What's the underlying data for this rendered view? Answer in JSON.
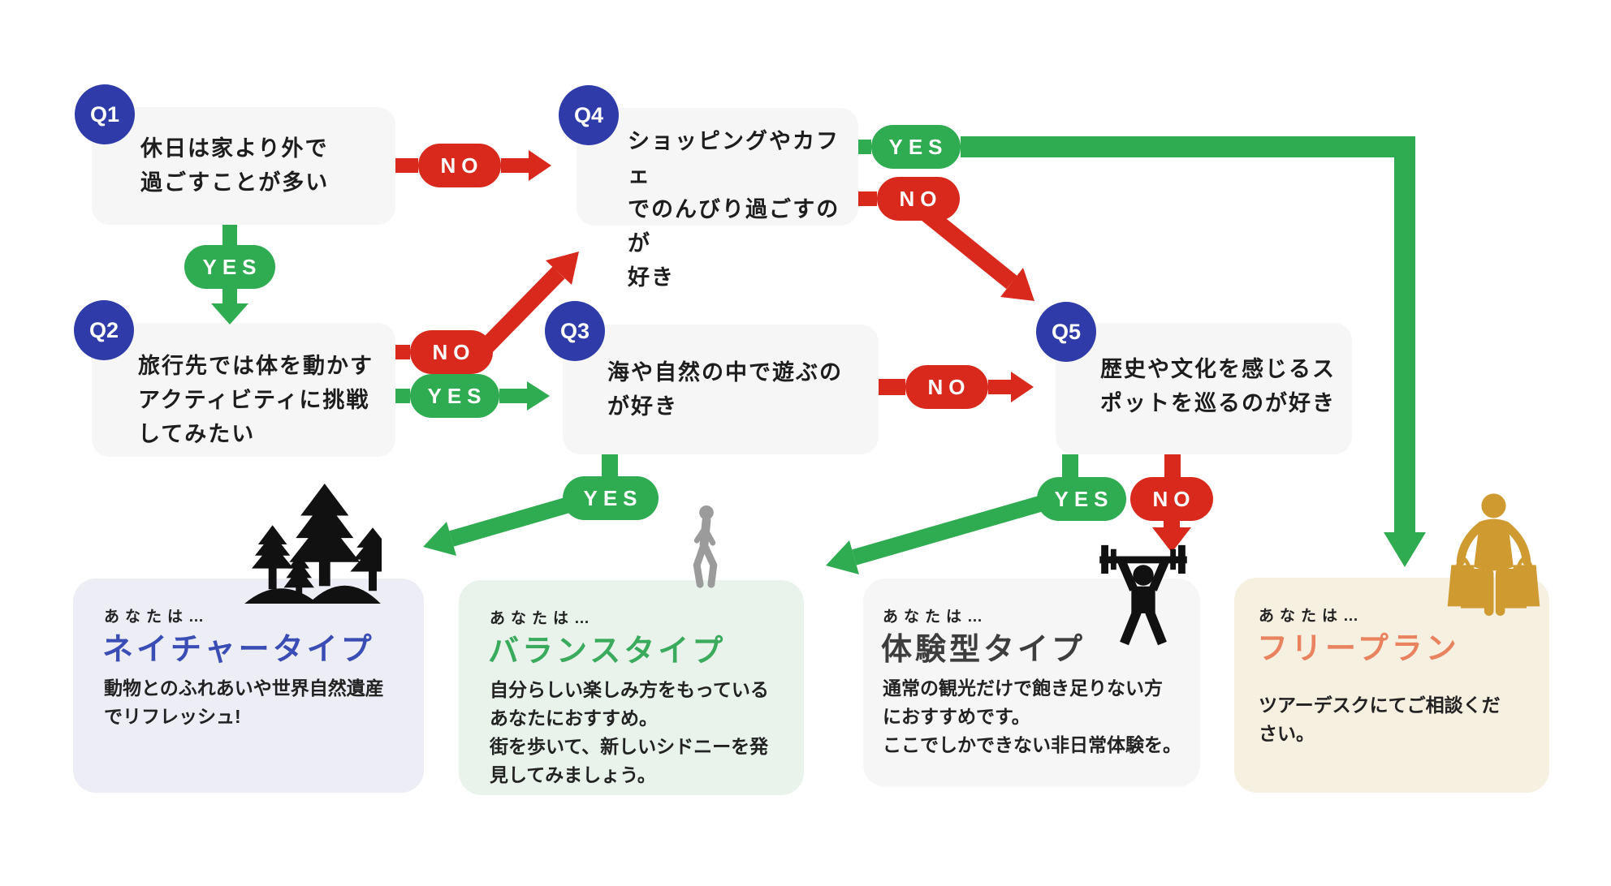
{
  "labels": {
    "yes": "YES",
    "no": "NO"
  },
  "questions": {
    "q1": {
      "badge": "Q1",
      "lines": [
        "休日は家より外で",
        "過ごすことが多い"
      ]
    },
    "q2": {
      "badge": "Q2",
      "lines": [
        "旅行先では体を動かす",
        "アクティビティに挑戦",
        "してみたい"
      ]
    },
    "q3": {
      "badge": "Q3",
      "lines": [
        "海や自然の中で遊ぶの",
        "が好き"
      ]
    },
    "q4": {
      "badge": "Q4",
      "lines": [
        "ショッピングやカフェ",
        "でのんびり過ごすのが",
        "好き"
      ]
    },
    "q5": {
      "badge": "Q5",
      "lines": [
        "歴史や文化を感じるス",
        "ポットを巡るのが好き"
      ]
    }
  },
  "results": {
    "nature": {
      "intro": "あなたは…",
      "title": "ネイチャータイプ",
      "icon": "pine-trees-icon",
      "lines": [
        "動物とのふれあいや世界自然遺産",
        "でリフレッシュ!"
      ]
    },
    "balance": {
      "intro": "あなたは…",
      "title": "バランスタイプ",
      "icon": "walking-person-icon",
      "lines": [
        "自分らしい楽しみ方をもっている",
        "あなたにおすすめ。",
        "街を歩いて、新しいシドニーを発",
        "見してみましょう。"
      ]
    },
    "experience": {
      "intro": "あなたは…",
      "title": "体験型タイプ",
      "icon": "weightlifter-icon",
      "lines": [
        "通常の観光だけで飽き足りない方",
        "におすすめです。",
        "ここでしかできない非日常体験を。"
      ]
    },
    "free": {
      "intro": "あなたは…",
      "title": "フリープラン",
      "icon": "shopping-person-icon",
      "lines": [
        "ツアーデスクにてご相談くだ",
        "さい。"
      ]
    }
  },
  "colors": {
    "yes_green": "#2fab51",
    "no_red": "#d9291c",
    "q_blue": "#2e3ba8",
    "question_bg": "#f6f6f7",
    "text_dark": "#1d1d1d",
    "nature_bg": "#ecedf5",
    "balance_bg": "#e9f3ec",
    "experience_bg": "#f6f6f6",
    "free_bg": "#f6f0e1",
    "nature_title": "#3a4db4",
    "balance_title": "#3aaa5c",
    "experience_title": "#3d3d3d",
    "free_title": "#e8825f",
    "tree_icon": "#111111",
    "walking_icon": "#9b9b9b",
    "weightlifter_icon": "#111111",
    "shopper_icon": "#cf9a30"
  }
}
